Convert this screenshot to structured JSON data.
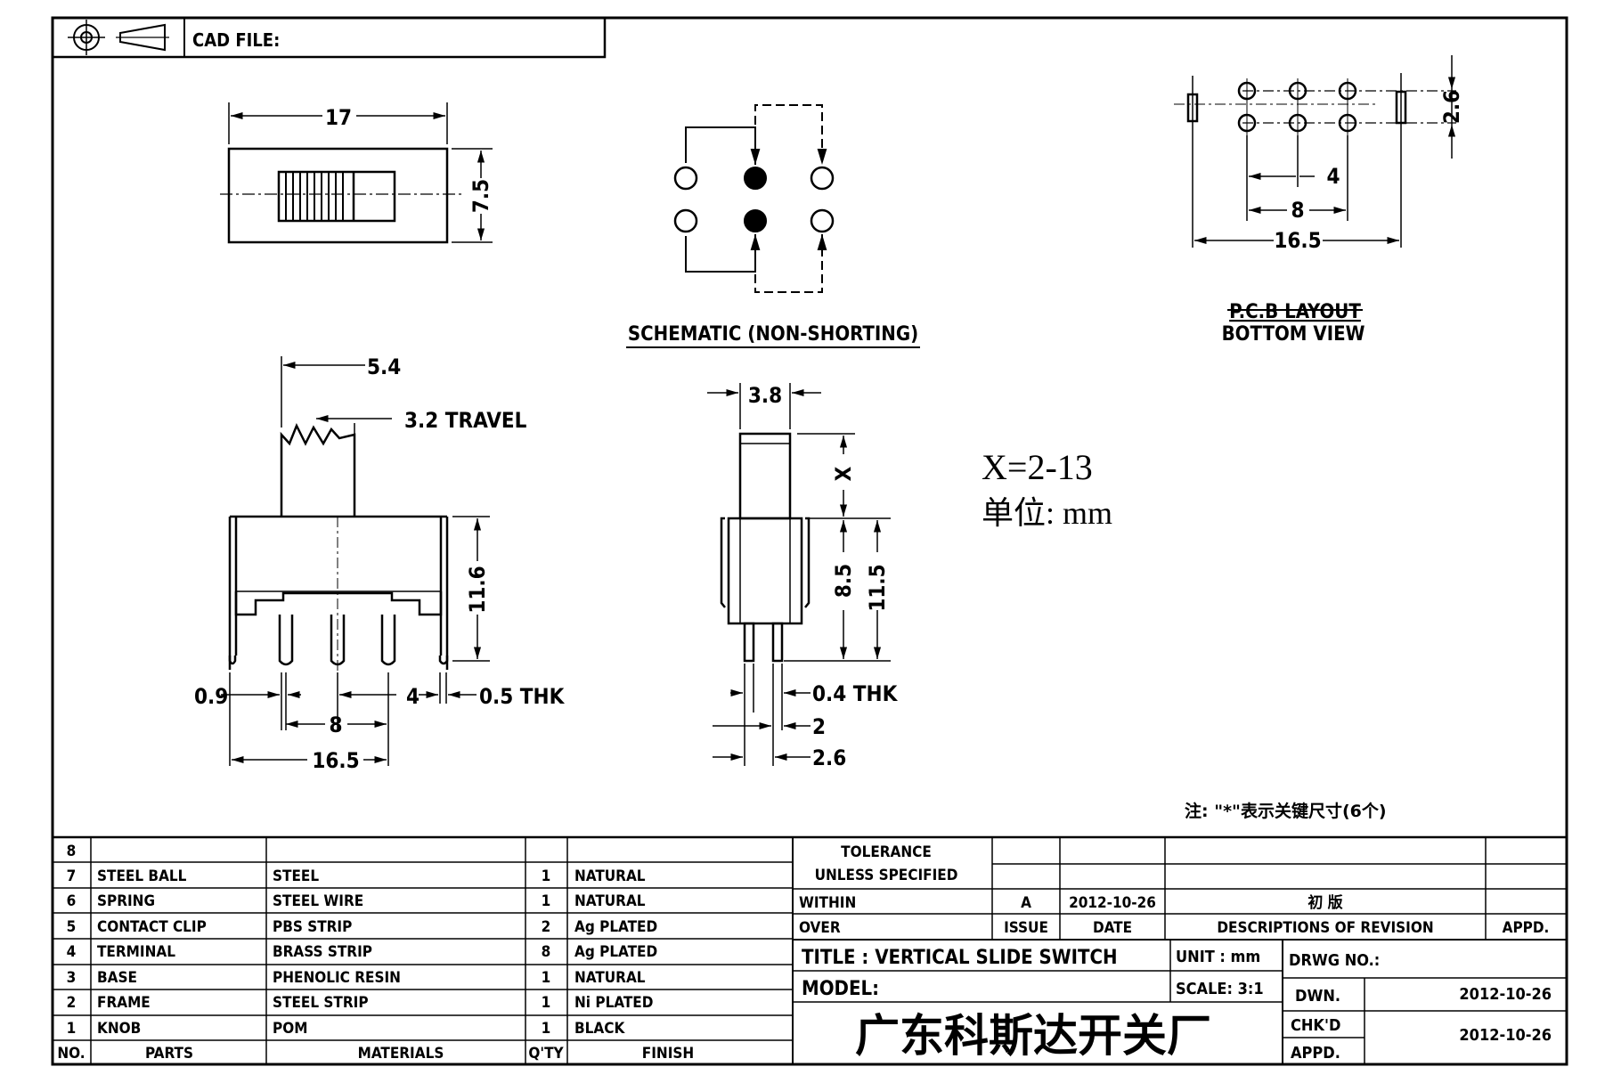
{
  "header": {
    "cad_file_label": "CAD FILE:"
  },
  "top_view": {
    "dim_length": "17",
    "dim_width": "7.5"
  },
  "schematic": {
    "caption": "SCHEMATIC (NON-SHORTING)"
  },
  "pcb_layout": {
    "caption_line1": "P.C.B LAYOUT",
    "caption_line2": "BOTTOM VIEW",
    "dim_pitch_y": "2.6",
    "dim_pitch_x": "4",
    "dim_span": "8",
    "dim_total": "16.5"
  },
  "front_view": {
    "dim_knob": "5.4",
    "dim_travel": "3.2 TRAVEL",
    "dim_height": "11.6",
    "dim_left": "0.9",
    "dim_pin_pitch": "4",
    "dim_thk": "0.5 THK",
    "dim_span": "8",
    "dim_total": "16.5"
  },
  "side_view": {
    "dim_knob_width": "3.8",
    "dim_x": "X",
    "dim_body": "8.5",
    "dim_height": "11.5",
    "dim_thk": "0.4 THK",
    "dim_pin": "2",
    "dim_total": "2.6"
  },
  "variant": {
    "x_range": "X=2-13",
    "unit": "单位: mm"
  },
  "note": "注: \"*\"表示关键尺寸(6个)",
  "bom": {
    "rows": [
      {
        "no": "8",
        "part": "",
        "material": "",
        "qty": "",
        "finish": ""
      },
      {
        "no": "7",
        "part": "STEEL BALL",
        "material": "STEEL",
        "qty": "1",
        "finish": "NATURAL"
      },
      {
        "no": "6",
        "part": "SPRING",
        "material": "STEEL WIRE",
        "qty": "1",
        "finish": "NATURAL"
      },
      {
        "no": "5",
        "part": "CONTACT CLIP",
        "material": "PBS STRIP",
        "qty": "2",
        "finish": "Ag PLATED"
      },
      {
        "no": "4",
        "part": "TERMINAL",
        "material": "BRASS STRIP",
        "qty": "8",
        "finish": "Ag PLATED"
      },
      {
        "no": "3",
        "part": "BASE",
        "material": "PHENOLIC RESIN",
        "qty": "1",
        "finish": "NATURAL"
      },
      {
        "no": "2",
        "part": "FRAME",
        "material": "STEEL STRIP",
        "qty": "1",
        "finish": "Ni PLATED"
      },
      {
        "no": "1",
        "part": "KNOB",
        "material": "POM",
        "qty": "1",
        "finish": "BLACK"
      }
    ],
    "headers": {
      "no": "NO.",
      "part": "PARTS",
      "material": "MATERIALS",
      "qty": "Q'TY",
      "finish": "FINISH"
    }
  },
  "tolerance": {
    "line1": "TOLERANCE",
    "line2": "UNLESS   SPECIFIED",
    "within": "WITHIN",
    "over": "OVER"
  },
  "revision": {
    "issue": "A",
    "date": "2012-10-26",
    "description": "初  版",
    "issue_label": "ISSUE",
    "date_label": "DATE",
    "desc_label": "DESCRIPTIONS OF REVISION",
    "appd_label": "APPD."
  },
  "title_block": {
    "title": "TITLE :   VERTICAL  SLIDE  SWITCH",
    "unit": "UNIT :   mm",
    "drwg_no": "DRWG NO.:",
    "model": "MODEL:",
    "scale": "SCALE:  3:1",
    "dwn_label": "DWN.",
    "dwn_date": "2012-10-26",
    "chkd_label": "CHK'D",
    "appd_label": "APPD.",
    "chkd_date": "2012-10-26",
    "company": "广东科斯达开关厂"
  }
}
